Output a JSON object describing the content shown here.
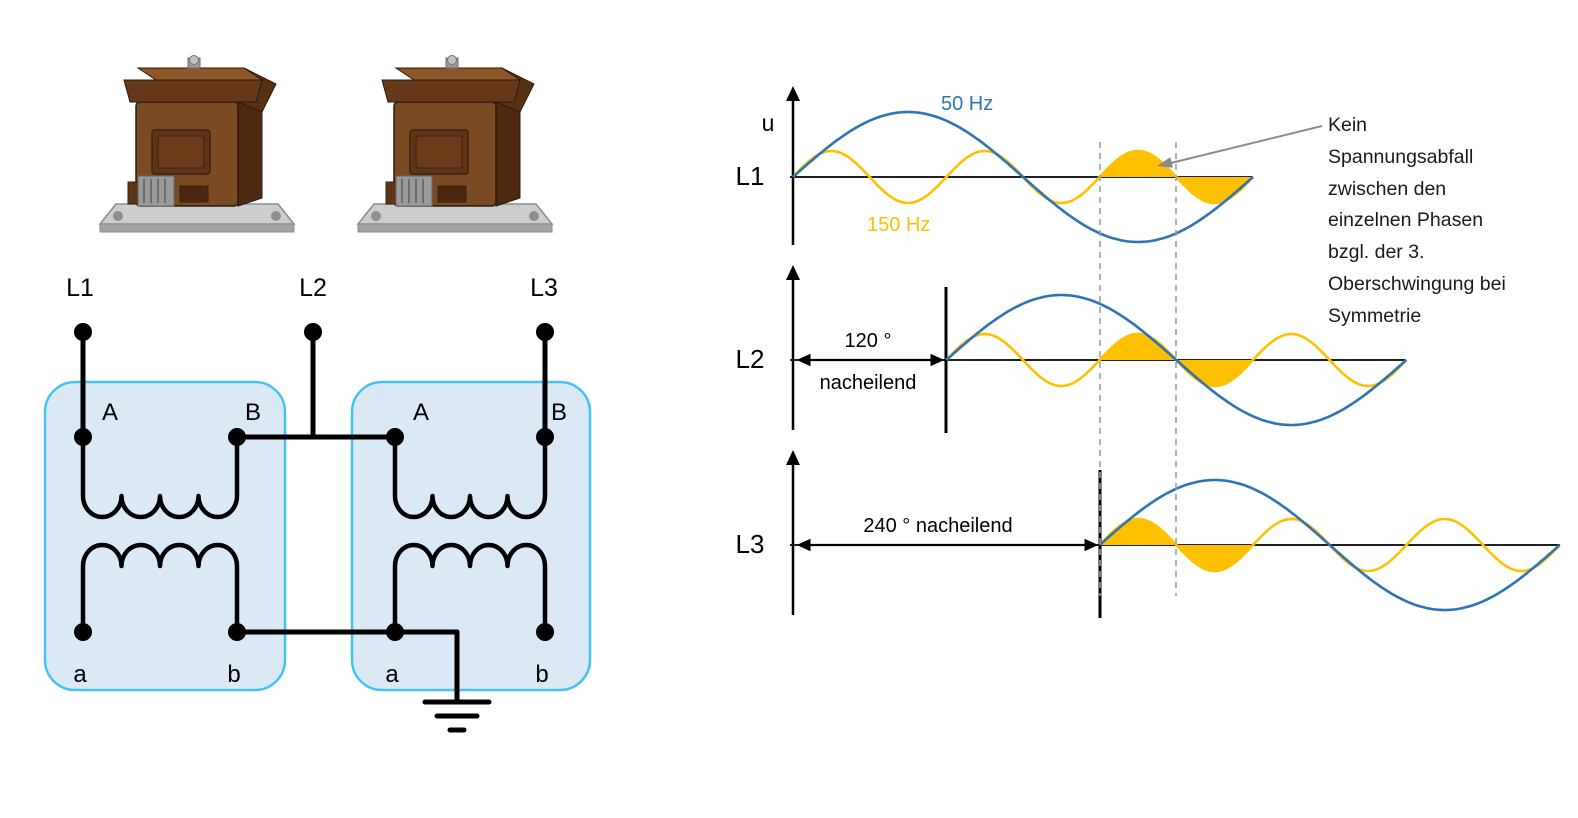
{
  "colors": {
    "fundamental_blue": "#2E74B5",
    "harmonic_yellow": "#FFC000",
    "box_fill": "#DBE9F6",
    "box_stroke": "#44C3F2",
    "line_black": "#000000",
    "dashed_gray": "#9E9E9E",
    "arrow_gray": "#8A8A8A"
  },
  "circuit": {
    "phases": [
      "L1",
      "L2",
      "L3"
    ],
    "transformers": [
      {
        "top_left": "A",
        "top_right": "B",
        "bottom_left": "a",
        "bottom_right": "b"
      },
      {
        "top_left": "A",
        "top_right": "B",
        "bottom_left": "a",
        "bottom_right": "b"
      }
    ]
  },
  "chart_data": {
    "type": "line",
    "u_axis_label": "u",
    "legend": [
      {
        "name": "50 Hz",
        "color": "#2E74B5",
        "role": "fundamental",
        "amplitude_rel": 1.0
      },
      {
        "name": "150 Hz",
        "color": "#FFC000",
        "role": "third_harmonic",
        "amplitude_rel": 0.4
      }
    ],
    "rows": [
      {
        "label": "L1",
        "phase_deg": 0,
        "note_line1": "",
        "note_line2": ""
      },
      {
        "label": "L2",
        "phase_deg": 120,
        "note_line1": "120 °",
        "note_line2": "nacheilend"
      },
      {
        "label": "L3",
        "phase_deg": 240,
        "note_line1": "240 ° nacheilend",
        "note_line2": ""
      }
    ],
    "periods_shown_fundamental": 1,
    "harmonic_multiple": 3,
    "highlighted_region": "third-harmonic half-waves between the dashed markers are filled in all three phases (in phase)",
    "annotation": "Kein Spannungsabfall zwischen den einzelnen Phasen bzgl. der 3. Oberschwingung bei Symmetrie"
  }
}
